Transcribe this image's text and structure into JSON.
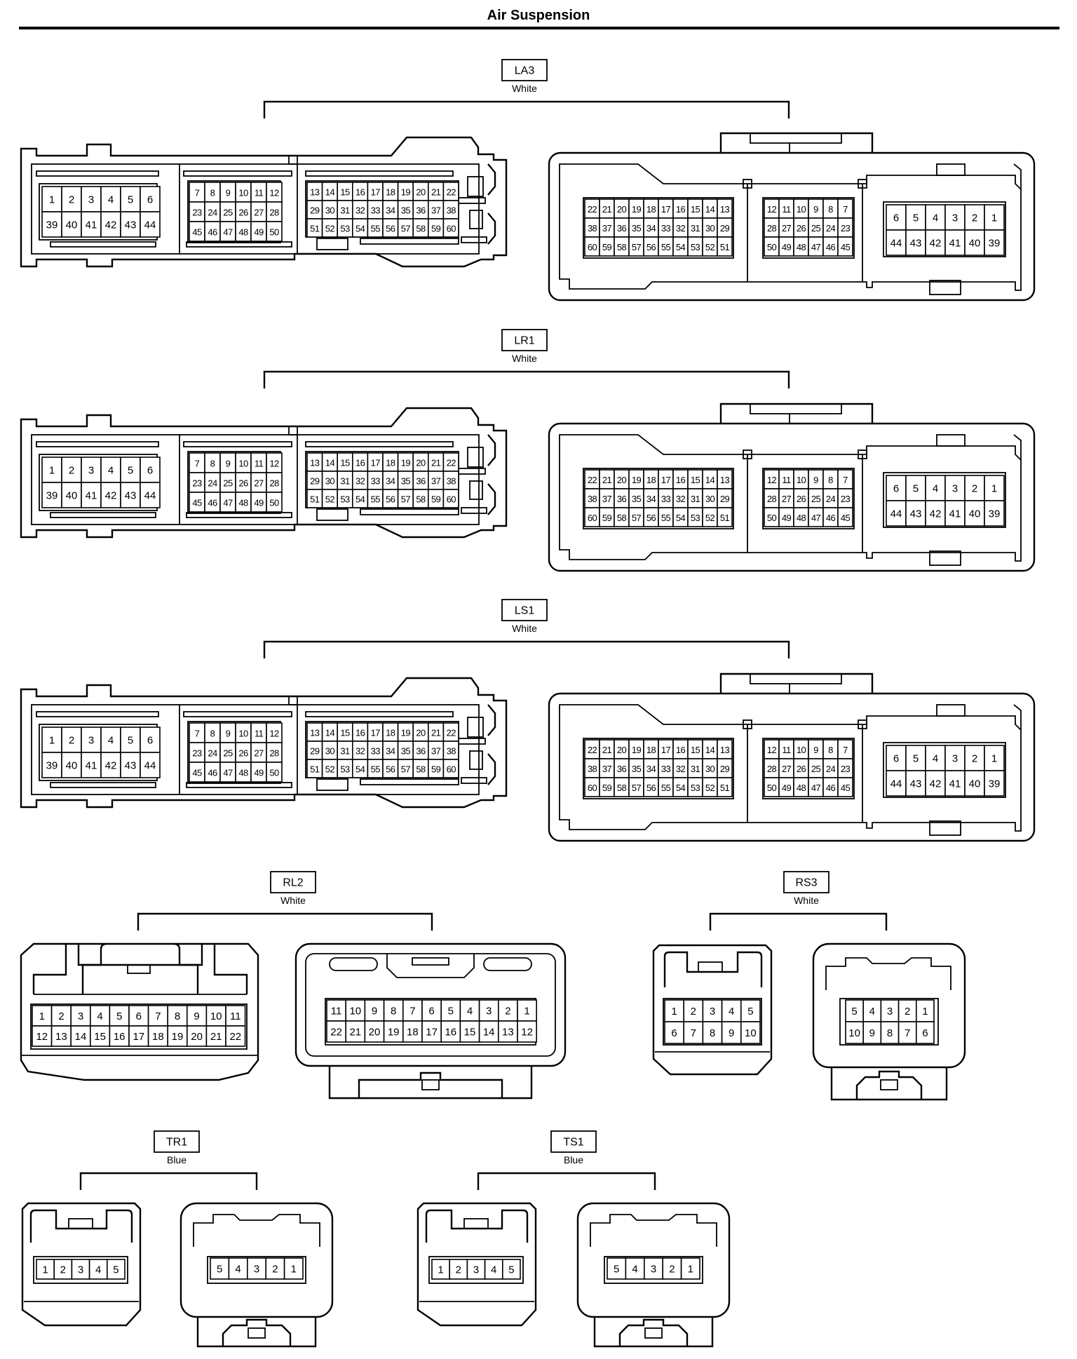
{
  "page_title": "Air Suspension",
  "connectors": {
    "la3": {
      "name": "LA3",
      "color": "White",
      "male": [
        [
          [
            "1",
            "2",
            "3",
            "4",
            "5",
            "6"
          ],
          [
            "39",
            "40",
            "41",
            "42",
            "43",
            "44"
          ]
        ],
        [
          [
            "7",
            "8",
            "9",
            "10",
            "11",
            "12"
          ],
          [
            "23",
            "24",
            "25",
            "26",
            "27",
            "28"
          ],
          [
            "45",
            "46",
            "47",
            "48",
            "49",
            "50"
          ]
        ],
        [
          [
            "13",
            "14",
            "15",
            "16",
            "17",
            "18",
            "19",
            "20",
            "21",
            "22"
          ],
          [
            "29",
            "30",
            "31",
            "32",
            "33",
            "34",
            "35",
            "36",
            "37",
            "38"
          ],
          [
            "51",
            "52",
            "53",
            "54",
            "55",
            "56",
            "57",
            "58",
            "59",
            "60"
          ]
        ]
      ],
      "female": [
        [
          [
            "22",
            "21",
            "20",
            "19",
            "18",
            "17",
            "16",
            "15",
            "14",
            "13"
          ],
          [
            "38",
            "37",
            "36",
            "35",
            "34",
            "33",
            "32",
            "31",
            "30",
            "29"
          ],
          [
            "60",
            "59",
            "58",
            "57",
            "56",
            "55",
            "54",
            "53",
            "52",
            "51"
          ]
        ],
        [
          [
            "12",
            "11",
            "10",
            "9",
            "8",
            "7"
          ],
          [
            "28",
            "27",
            "26",
            "25",
            "24",
            "23"
          ],
          [
            "50",
            "49",
            "48",
            "47",
            "46",
            "45"
          ]
        ],
        [
          [
            "6",
            "5",
            "4",
            "3",
            "2",
            "1"
          ],
          [
            "44",
            "43",
            "42",
            "41",
            "40",
            "39"
          ]
        ]
      ]
    },
    "lr1": {
      "name": "LR1",
      "color": "White",
      "male": [
        [
          [
            "1",
            "2",
            "3",
            "4",
            "5",
            "6"
          ],
          [
            "39",
            "40",
            "41",
            "42",
            "43",
            "44"
          ]
        ],
        [
          [
            "7",
            "8",
            "9",
            "10",
            "11",
            "12"
          ],
          [
            "23",
            "24",
            "25",
            "26",
            "27",
            "28"
          ],
          [
            "45",
            "46",
            "47",
            "48",
            "49",
            "50"
          ]
        ],
        [
          [
            "13",
            "14",
            "15",
            "16",
            "17",
            "18",
            "19",
            "20",
            "21",
            "22"
          ],
          [
            "29",
            "30",
            "31",
            "32",
            "33",
            "34",
            "35",
            "36",
            "37",
            "38"
          ],
          [
            "51",
            "52",
            "53",
            "54",
            "55",
            "56",
            "57",
            "58",
            "59",
            "60"
          ]
        ]
      ],
      "female": [
        [
          [
            "22",
            "21",
            "20",
            "19",
            "18",
            "17",
            "16",
            "15",
            "14",
            "13"
          ],
          [
            "38",
            "37",
            "36",
            "35",
            "34",
            "33",
            "32",
            "31",
            "30",
            "29"
          ],
          [
            "60",
            "59",
            "58",
            "57",
            "56",
            "55",
            "54",
            "53",
            "52",
            "51"
          ]
        ],
        [
          [
            "12",
            "11",
            "10",
            "9",
            "8",
            "7"
          ],
          [
            "28",
            "27",
            "26",
            "25",
            "24",
            "23"
          ],
          [
            "50",
            "49",
            "48",
            "47",
            "46",
            "45"
          ]
        ],
        [
          [
            "6",
            "5",
            "4",
            "3",
            "2",
            "1"
          ],
          [
            "44",
            "43",
            "42",
            "41",
            "40",
            "39"
          ]
        ]
      ]
    },
    "ls1": {
      "name": "LS1",
      "color": "White",
      "male": [
        [
          [
            "1",
            "2",
            "3",
            "4",
            "5",
            "6"
          ],
          [
            "39",
            "40",
            "41",
            "42",
            "43",
            "44"
          ]
        ],
        [
          [
            "7",
            "8",
            "9",
            "10",
            "11",
            "12"
          ],
          [
            "23",
            "24",
            "25",
            "26",
            "27",
            "28"
          ],
          [
            "45",
            "46",
            "47",
            "48",
            "49",
            "50"
          ]
        ],
        [
          [
            "13",
            "14",
            "15",
            "16",
            "17",
            "18",
            "19",
            "20",
            "21",
            "22"
          ],
          [
            "29",
            "30",
            "31",
            "32",
            "33",
            "34",
            "35",
            "36",
            "37",
            "38"
          ],
          [
            "51",
            "52",
            "53",
            "54",
            "55",
            "56",
            "57",
            "58",
            "59",
            "60"
          ]
        ]
      ],
      "female": [
        [
          [
            "22",
            "21",
            "20",
            "19",
            "18",
            "17",
            "16",
            "15",
            "14",
            "13"
          ],
          [
            "38",
            "37",
            "36",
            "35",
            "34",
            "33",
            "32",
            "31",
            "30",
            "29"
          ],
          [
            "60",
            "59",
            "58",
            "57",
            "56",
            "55",
            "54",
            "53",
            "52",
            "51"
          ]
        ],
        [
          [
            "12",
            "11",
            "10",
            "9",
            "8",
            "7"
          ],
          [
            "28",
            "27",
            "26",
            "25",
            "24",
            "23"
          ],
          [
            "50",
            "49",
            "48",
            "47",
            "46",
            "45"
          ]
        ],
        [
          [
            "6",
            "5",
            "4",
            "3",
            "2",
            "1"
          ],
          [
            "44",
            "43",
            "42",
            "41",
            "40",
            "39"
          ]
        ]
      ]
    },
    "rl2": {
      "name": "RL2",
      "color": "White",
      "male": [
        [
          "1",
          "2",
          "3",
          "4",
          "5",
          "6",
          "7",
          "8",
          "9",
          "10",
          "11"
        ],
        [
          "12",
          "13",
          "14",
          "15",
          "16",
          "17",
          "18",
          "19",
          "20",
          "21",
          "22"
        ]
      ],
      "female": [
        [
          "11",
          "10",
          "9",
          "8",
          "7",
          "6",
          "5",
          "4",
          "3",
          "2",
          "1"
        ],
        [
          "22",
          "21",
          "20",
          "19",
          "18",
          "17",
          "16",
          "15",
          "14",
          "13",
          "12"
        ]
      ]
    },
    "rs3": {
      "name": "RS3",
      "color": "White",
      "male": [
        [
          "1",
          "2",
          "3",
          "4",
          "5"
        ],
        [
          "6",
          "7",
          "8",
          "9",
          "10"
        ]
      ],
      "female": [
        [
          "5",
          "4",
          "3",
          "2",
          "1"
        ],
        [
          "10",
          "9",
          "8",
          "7",
          "6"
        ]
      ]
    },
    "tr1": {
      "name": "TR1",
      "color": "Blue",
      "male": [
        [
          "1",
          "2",
          "3",
          "4",
          "5"
        ]
      ],
      "female": [
        [
          "5",
          "4",
          "3",
          "2",
          "1"
        ]
      ]
    },
    "ts1": {
      "name": "TS1",
      "color": "Blue",
      "male": [
        [
          "1",
          "2",
          "3",
          "4",
          "5"
        ]
      ],
      "female": [
        [
          "5",
          "4",
          "3",
          "2",
          "1"
        ]
      ]
    }
  }
}
